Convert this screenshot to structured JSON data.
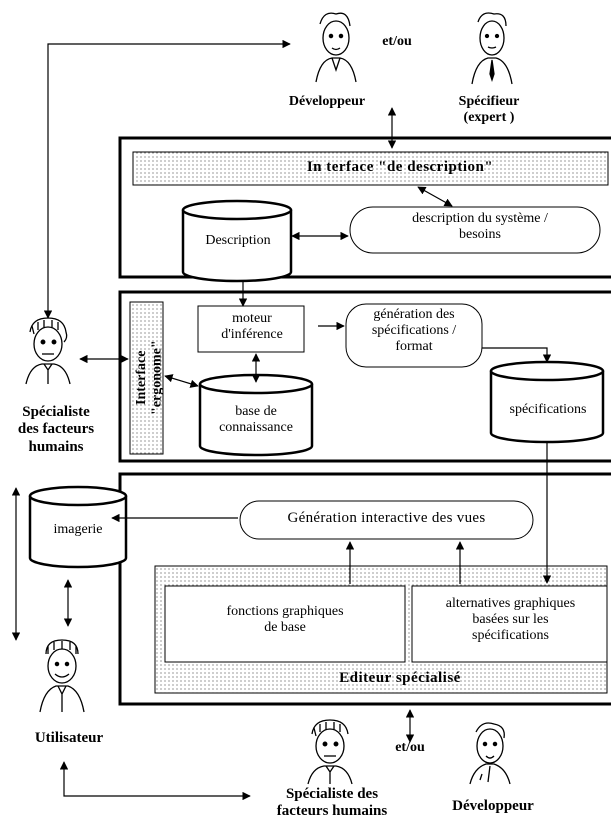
{
  "actors": {
    "developpeur_top": "Développeur",
    "specifieur_top": "Spécifieur\n(expert )",
    "or_top": "et/ou",
    "specialiste_left": "Spécialiste\ndes facteurs\nhumains",
    "utilisateur": "Utilisateur",
    "specialiste_bottom": "Spécialiste des\nfacteurs humains",
    "or_bottom": "et/ou",
    "developpeur_bottom": "Développeur"
  },
  "panel1": {
    "interface_title": "In terface \"de description\"",
    "description_db": "Description",
    "description_system": "description du système /\nbesoins"
  },
  "panel2": {
    "interface_ergonome": "Interface\n\"ergonome\"",
    "moteur": "moteur\nd'inférence",
    "generation_specs": "génération des\nspécifications /\nformat",
    "base_connaissance": "base de\nconnaissance",
    "specifications_db": "spécifications"
  },
  "panel3": {
    "imagerie_db": "imagerie",
    "generation_vues": "Génération interactive des vues",
    "fonctions_graphiques": "fonctions graphiques\nde base",
    "alternatives": "alternatives graphiques\nbasées sur les\nspécifications",
    "editeur": "Editeur spécialisé"
  }
}
